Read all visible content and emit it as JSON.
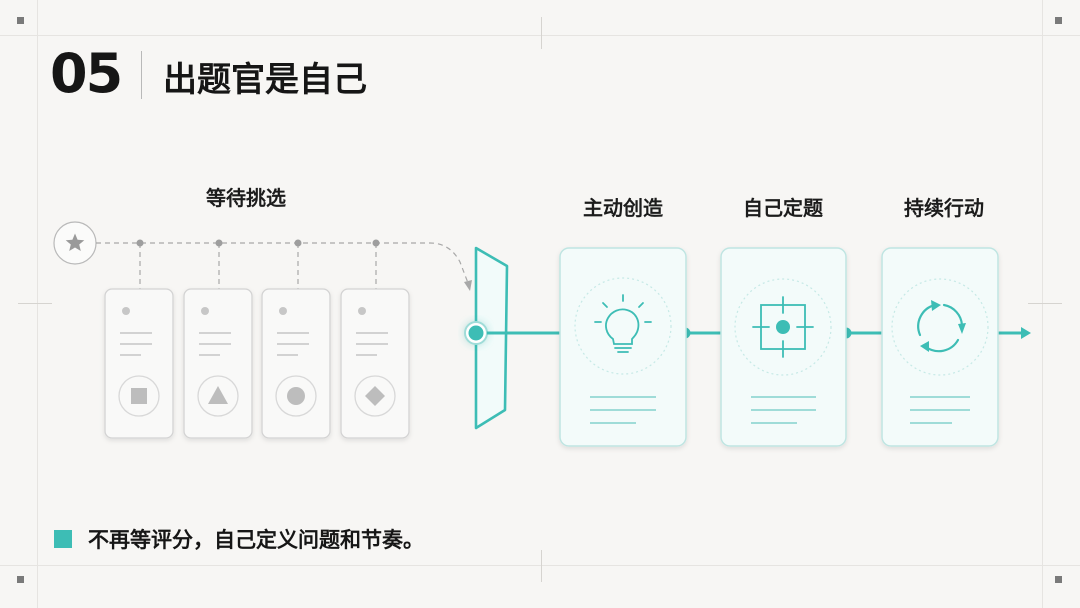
{
  "header": {
    "number": "05",
    "title": "出题官是自己"
  },
  "diagram": {
    "left_label": "等待挑选",
    "right_labels": [
      "主动创造",
      "自己定题",
      "持续行动"
    ],
    "left_card_icons": [
      "square-icon",
      "triangle-icon",
      "circle-icon",
      "diamond-icon"
    ],
    "right_card_icons": [
      "lightbulb-icon",
      "target-icon",
      "cycle-icon"
    ]
  },
  "footer": {
    "caption": "不再等评分，自己定义问题和节奏。"
  },
  "colors": {
    "accent": "#3dbdb5",
    "accent_light": "#9fdcd8",
    "grey_line": "#c8c8c8",
    "text": "#161616",
    "background": "#f7f6f4"
  }
}
